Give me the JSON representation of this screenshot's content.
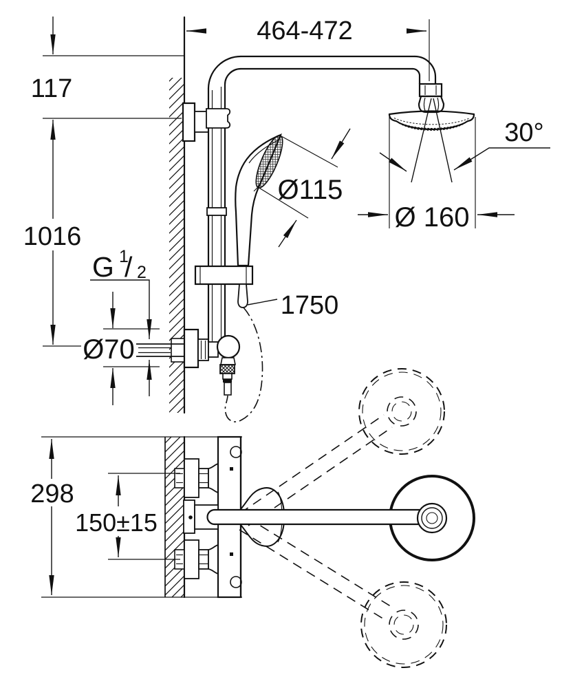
{
  "drawing": {
    "dimensions": {
      "top_width": "464-472",
      "bracket_offset": "117",
      "rail_height": "1016",
      "thread": {
        "g": "G",
        "sup": "1",
        "slash": "/",
        "sub": "2"
      },
      "flange_diameter": "Ø70",
      "hose_length": "1750",
      "hand_shower_diameter": "Ø115",
      "spray_angle": "30°",
      "head_shower_diameter": "Ø 160",
      "body_height": "298",
      "inlet_spacing": "150±15"
    },
    "colors": {
      "line": "#111111",
      "background": "#ffffff"
    }
  }
}
